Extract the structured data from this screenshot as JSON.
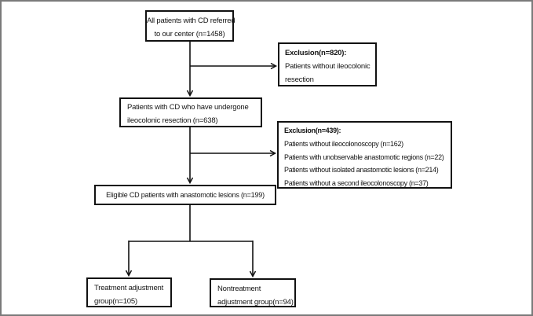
{
  "figure": {
    "kind": "patient-flow-diagram",
    "colors": {
      "box_border": "#111111",
      "frame_border": "#7a7a7a",
      "text": "#141414",
      "background": "#ffffff"
    }
  },
  "boxes": {
    "referred": {
      "lines": [
        "All patients with CD referred",
        "to our center (n=1458)"
      ]
    },
    "exclusion1": {
      "title": "Exclusion(n=820):",
      "lines": [
        "Patients without ileocolonic",
        "resection"
      ]
    },
    "resection": {
      "lines": [
        "Patients with CD who have undergone",
        "ileocolonic resection (n=638)"
      ]
    },
    "exclusion2": {
      "title": "Exclusion(n=439):",
      "lines": [
        "Patients without ileocolonoscopy (n=162)",
        "Patients with unobservable anastomotic regions (n=22)",
        "Patients without isolated anastomotic lesions (n=214)",
        "Patients without a second ileocolonoscopy (n=37)"
      ]
    },
    "eligible": {
      "line": "Eligible CD patients with anastomotic lesions (n=199)"
    },
    "treatment": {
      "lines": [
        "Treatment adjustment",
        "group(n=105)"
      ]
    },
    "nontreatment": {
      "lines": [
        "Nontreatment",
        "adjustment group(n=94)"
      ]
    }
  }
}
